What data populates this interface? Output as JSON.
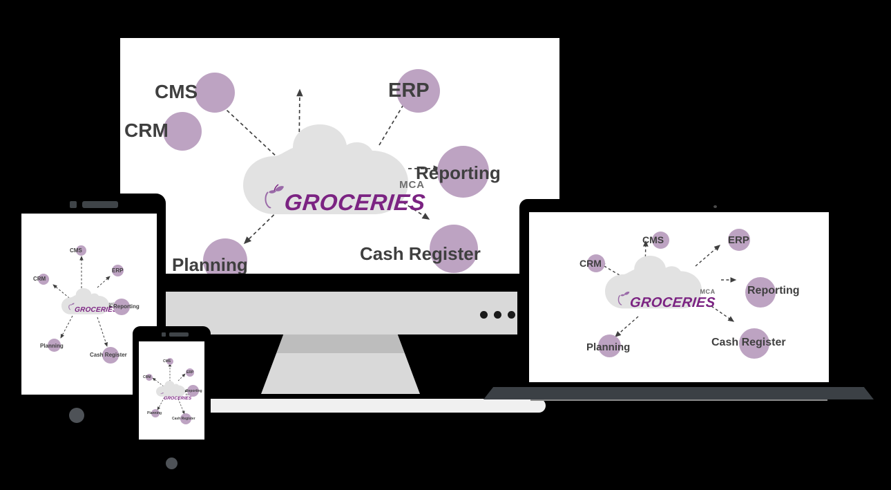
{
  "brand": {
    "mark_top": "MCA",
    "wordmark": "GROCERIES",
    "apple_icon": "apple-leaf-icon",
    "purple": "#7b2382",
    "gray": "#6e6e6e"
  },
  "colors": {
    "node_fill": "#bda3c2",
    "cloud_fill": "#e2e2e2",
    "label_text": "#3f3f3f",
    "device_frame": "#000000",
    "monitor_chin": "#d9d9d9",
    "monitor_base": "#f0f0f0",
    "laptop_base": "#3b4045"
  },
  "diagram": {
    "center_label": "MCA GROCERIES",
    "nodes": [
      {
        "id": "cms",
        "label": "CMS"
      },
      {
        "id": "erp",
        "label": "ERP"
      },
      {
        "id": "crm",
        "label": "CRM"
      },
      {
        "id": "reporting",
        "label": "Reporting"
      },
      {
        "id": "planning",
        "label": "Planning"
      },
      {
        "id": "cash-register",
        "label": "Cash Register"
      }
    ]
  },
  "devices": [
    {
      "id": "monitor",
      "name": "desktop-monitor",
      "dots": 3
    },
    {
      "id": "laptop",
      "name": "laptop"
    },
    {
      "id": "tablet",
      "name": "tablet"
    },
    {
      "id": "phone",
      "name": "smartphone"
    }
  ]
}
